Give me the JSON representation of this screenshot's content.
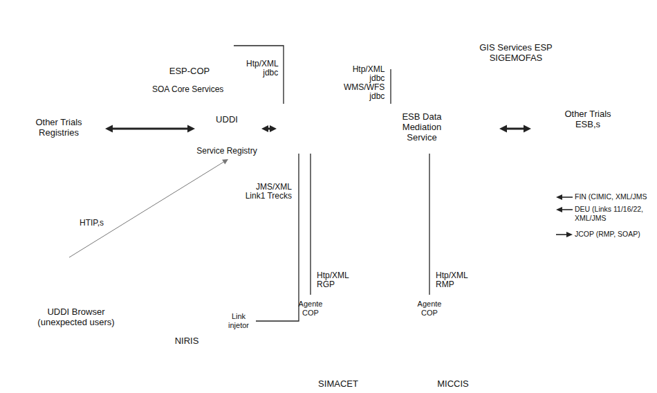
{
  "diagram": {
    "nodes": [
      {
        "text": [
          "ESP-COP"
        ]
      },
      {
        "text": [
          "GIS Services ESP SIGEMOFAS"
        ]
      },
      {
        "text": [
          "Other Trials Registries"
        ]
      },
      {
        "text": [
          "SOA Core Services"
        ]
      },
      {
        "text": [
          "UDDI",
          "Service Registry"
        ],
        "in": 3
      },
      {
        "text": [
          "ESB Data Mediation Service"
        ],
        "in": 3
      },
      {
        "text": [
          "Other Trials ESB,s"
        ]
      },
      {
        "text": [
          "UDDI Browser (unexpected users)"
        ]
      },
      {
        "text": [
          "NIRIS"
        ]
      },
      {
        "text": [
          "Link injetor"
        ],
        "in": 8
      },
      {
        "text": [
          "SIMACET"
        ]
      },
      {
        "text": [
          "Agente COP"
        ],
        "in": 10
      },
      {
        "text": [
          "MICCIS"
        ]
      },
      {
        "text": [
          "Agente COP"
        ],
        "in": 12
      }
    ],
    "edges": [
      {
        "from": 2,
        "to": 4,
        "arrow": "both"
      },
      {
        "from": 4,
        "to": 5,
        "arrow": "both"
      },
      {
        "from": 5,
        "to": 6,
        "arrow": "both"
      },
      {
        "from": 0,
        "to": 5,
        "label": "Htp/XML jdbc",
        "arrow": "none"
      },
      {
        "from": 1,
        "to": 5,
        "label": "Htp/XML jdbc WMS/WFS jdbc",
        "arrow": "none"
      },
      {
        "from": 7,
        "to": 4,
        "label": "HTIP,s",
        "arrow": "to"
      },
      {
        "from": 9,
        "to": 5,
        "label": "JMS/XML Link1 Trecks",
        "arrow": "none"
      },
      {
        "from": 11,
        "to": 5,
        "label": "Htp/XML RGP",
        "arrow": "none"
      },
      {
        "from": 13,
        "to": 5,
        "label": "Htp/XML RMP",
        "arrow": "none"
      }
    ],
    "labels": [
      "FIN (CIMIC, XML/JMS",
      "DEU (Links 11/16/22, XML/JMS",
      "JCOP (RMP, SOAP)"
    ]
  }
}
